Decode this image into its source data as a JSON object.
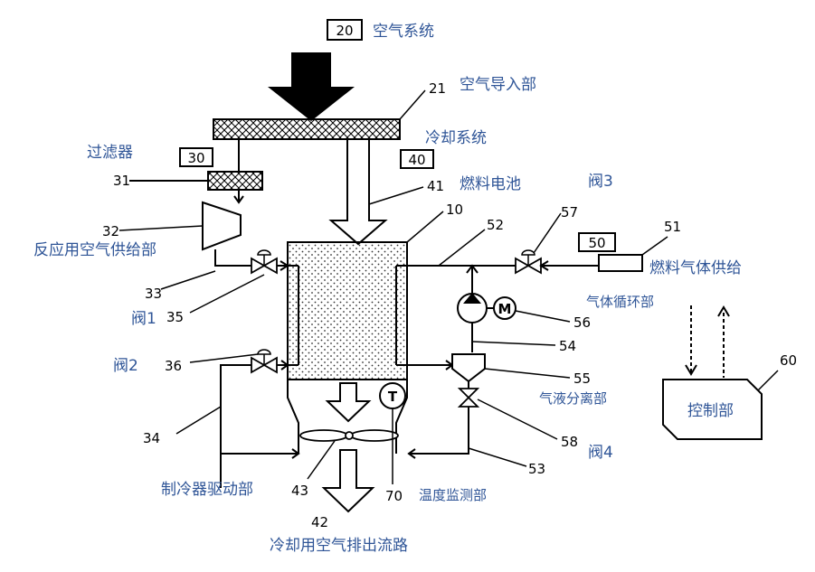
{
  "systems": {
    "air": {
      "code": "20",
      "label": "空气系统"
    },
    "filter": {
      "code": "30",
      "label": "过滤器"
    },
    "cooling": {
      "code": "40",
      "label": "冷却系统"
    },
    "fuel": {
      "code": "50",
      "label": "燃料气体供给"
    }
  },
  "labels": {
    "air_intake": "空气导入部",
    "fuel_cell": "燃料电池",
    "valve3": "阀3",
    "reaction_air_supply": "反应用空气供给部",
    "valve1": "阀1",
    "valve2": "阀2",
    "gas_circulation": "气体循环部",
    "gas_liquid_separator": "气液分离部",
    "valve4": "阀4",
    "refrigerator_drive": "制冷器驱动部",
    "temperature_monitor": "温度监测部",
    "cooling_air_exhaust": "冷却用空气排出流路",
    "control_unit": "控制部"
  },
  "numbers": {
    "n21": "21",
    "n31": "31",
    "n41": "41",
    "n10": "10",
    "n52": "52",
    "n57": "57",
    "n51": "51",
    "n32": "32",
    "n33": "33",
    "n35": "35",
    "n56": "56",
    "n54": "54",
    "n36": "36",
    "n55": "55",
    "n60": "60",
    "n34": "34",
    "n58": "58",
    "n53": "53",
    "n43": "43",
    "n70": "70",
    "n42": "42"
  },
  "symbols": {
    "motor": "M",
    "thermometer": "T"
  },
  "colors": {
    "label_blue": "#2f5597",
    "line": "#000000"
  }
}
